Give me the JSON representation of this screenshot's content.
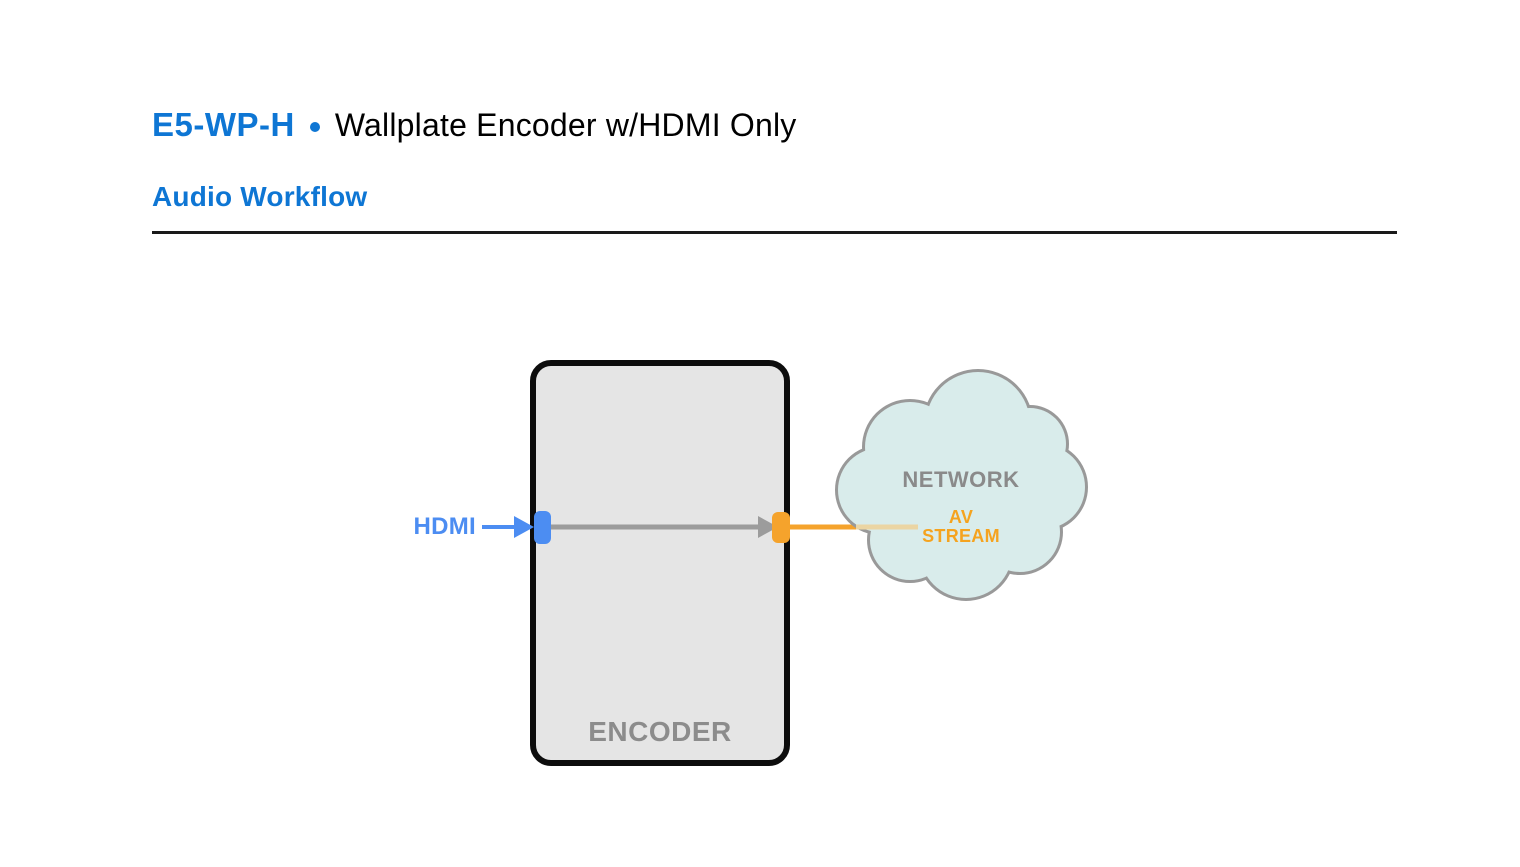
{
  "header": {
    "product_code": "E5-WP-H",
    "product_title": "Wallplate Encoder w/HDMI Only",
    "section_title": "Audio Workflow"
  },
  "diagram": {
    "encoder_box_label": "ENCODER",
    "hdmi_input_label": "HDMI",
    "network_cloud_label": "NETWORK",
    "av_stream_label_line1": "AV",
    "av_stream_label_line2": "STREAM"
  },
  "colors": {
    "title_blue": "#0E76D4",
    "hdmi_blue": "#4C8DF2",
    "stream_orange": "#F5A32C",
    "stream_orange_faded": "#EBD5A3",
    "signal_gray": "#9C9C9C",
    "label_gray": "#8C8C8C",
    "encoder_box_fill": "#E5E5E5",
    "encoder_box_border": "#0D0D0D",
    "cloud_fill": "#D9ECEB",
    "cloud_border": "#999999"
  }
}
